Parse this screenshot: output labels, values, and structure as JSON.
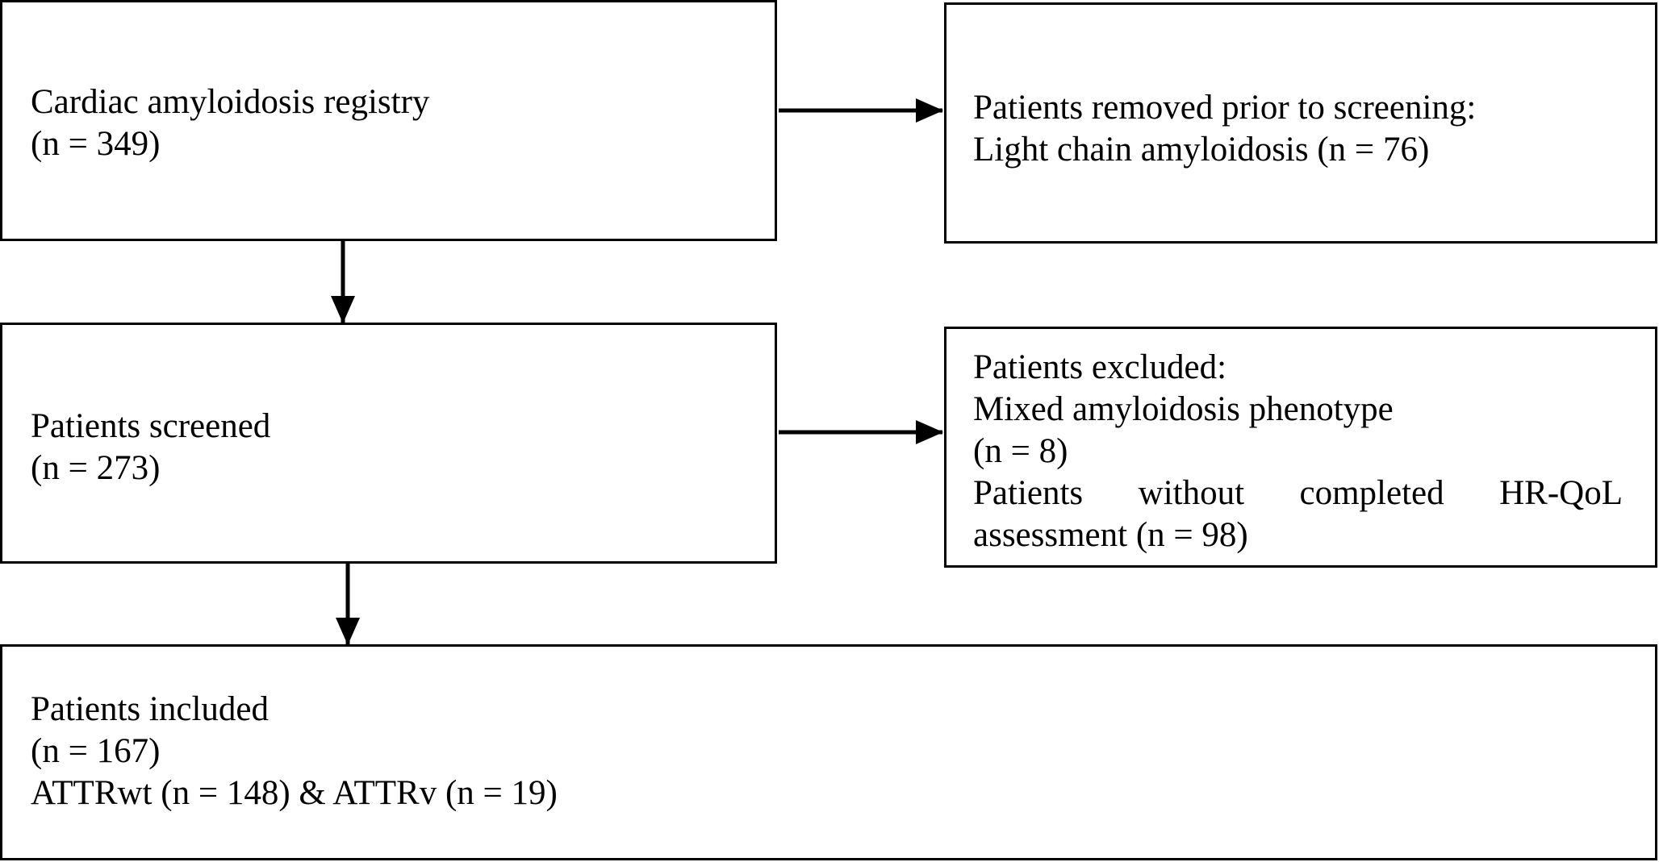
{
  "flowchart": {
    "registry": {
      "line1": "Cardiac amyloidosis registry",
      "line2": "(n = 349)"
    },
    "removed": {
      "line1": "Patients removed prior to screening:",
      "line2": "Light chain amyloidosis (n = 76)"
    },
    "screened": {
      "line1": "Patients screened",
      "line2": "(n = 273)"
    },
    "excluded": {
      "line1": "Patients excluded:",
      "line2": "Mixed amyloidosis phenotype",
      "line3": "(n = 8)",
      "line4_words": [
        "Patients",
        "without",
        "completed",
        "HR-QoL"
      ],
      "line5": "assessment (n = 98)"
    },
    "included": {
      "line1": "Patients included",
      "line2": "(n = 167)",
      "line3": "ATTRwt (n = 148) & ATTRv (n = 19)"
    }
  },
  "colors": {
    "stroke": "#000000",
    "background": "#ffffff"
  }
}
